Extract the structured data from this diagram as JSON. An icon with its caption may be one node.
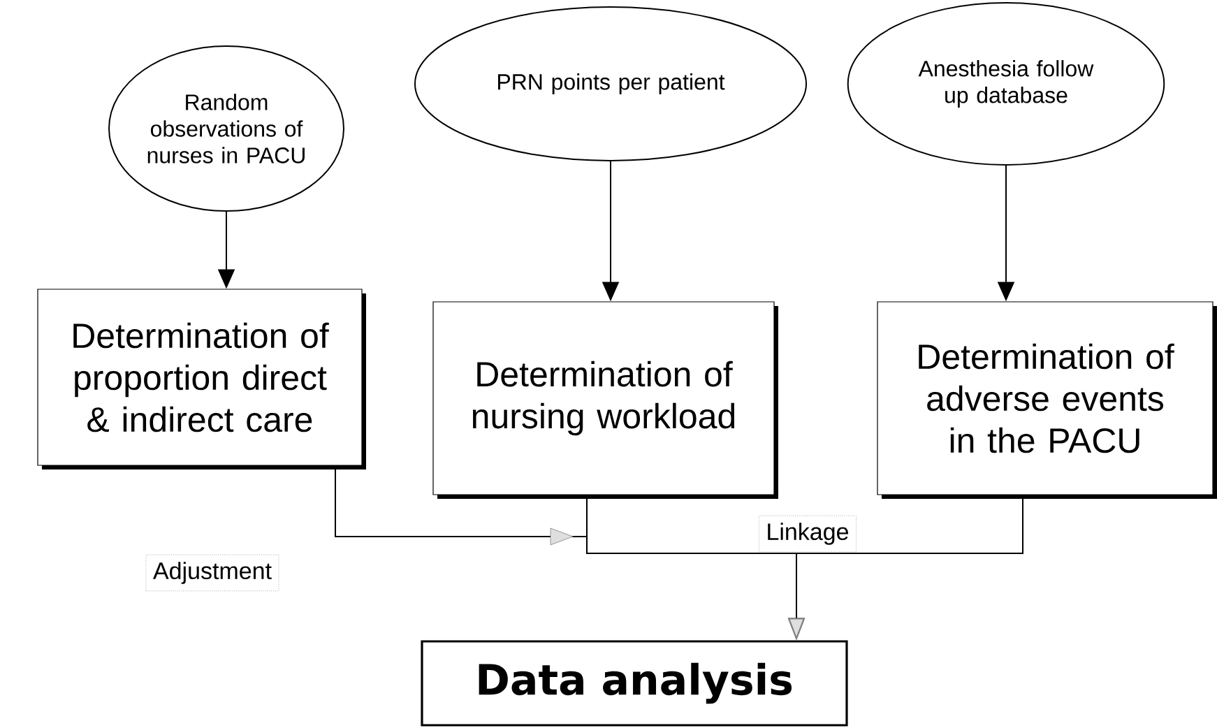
{
  "diagram": {
    "nodes": [
      {
        "text": [
          "Random observations of nurses in PACU"
        ]
      },
      {
        "text": [
          "PRN points per patient"
        ]
      },
      {
        "text": [
          "Anesthesia follow up database"
        ]
      },
      {
        "text": [
          "Determination of proportion direct & indirect care"
        ]
      },
      {
        "text": [
          "Determination of nursing workload"
        ]
      },
      {
        "text": [
          "Determination of adverse events in the PACU"
        ]
      },
      {
        "text": [
          "Data analysis"
        ]
      }
    ],
    "edges": [
      {
        "from": 0,
        "to": 3,
        "arrow": "to"
      },
      {
        "from": 1,
        "to": 4,
        "arrow": "to"
      },
      {
        "from": 2,
        "to": 5,
        "arrow": "to"
      },
      {
        "from": 3,
        "to": 6,
        "arrow": "to",
        "label": "Adjustment"
      },
      {
        "from": 4,
        "to": 6,
        "arrow": "to",
        "label": "Linkage"
      },
      {
        "from": 5,
        "to": 6,
        "arrow": "to"
      }
    ]
  }
}
